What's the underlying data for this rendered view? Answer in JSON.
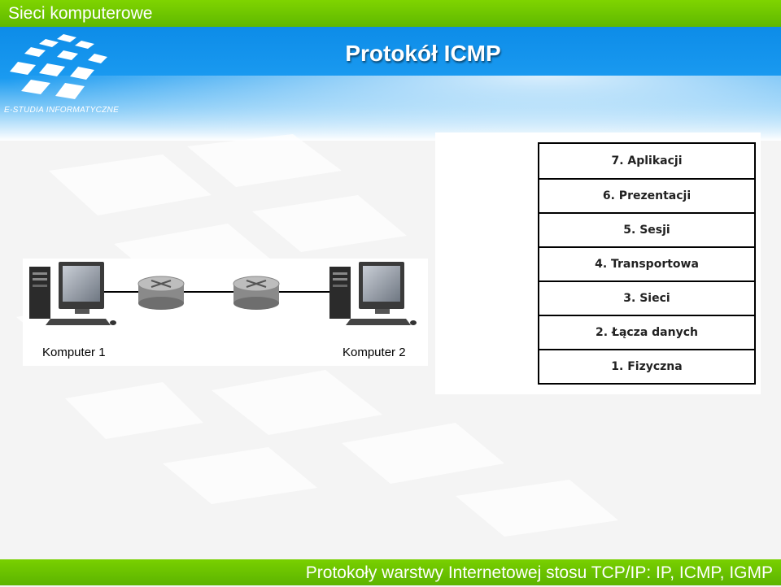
{
  "header": {
    "course_title": "Sieci komputerowe"
  },
  "slide": {
    "title": "Protokół ICMP"
  },
  "logo": {
    "text": "E-STUDIA INFORMATYCZNE"
  },
  "network": {
    "computer_1_label": "Komputer 1",
    "computer_2_label": "Komputer 2"
  },
  "osi_layers": [
    "7. Aplikacji",
    "6. Prezentacji",
    "5. Sesji",
    "4. Transportowa",
    "3. Sieci",
    "2. Łącza danych",
    "1. Fizyczna"
  ],
  "footer": {
    "text": "Protokoły warstwy Internetowej stosu TCP/IP: IP, ICMP, IGMP"
  },
  "colors": {
    "green": "#66bf00",
    "blue": "#0d8ce8"
  }
}
